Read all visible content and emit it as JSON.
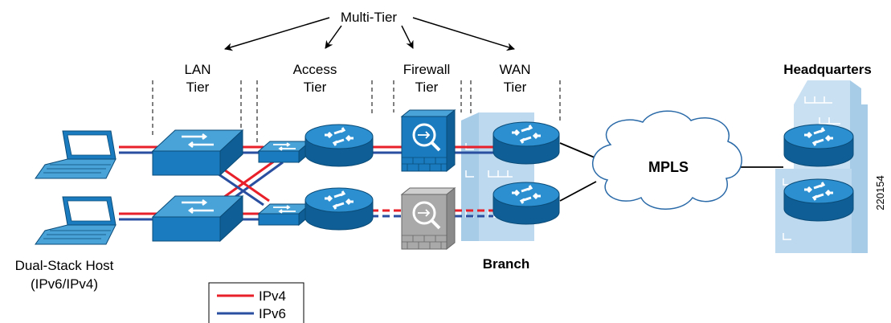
{
  "diagram": {
    "heading": "Multi-Tier",
    "tiers": [
      {
        "line1": "LAN",
        "line2": "Tier"
      },
      {
        "line1": "Access",
        "line2": "Tier"
      },
      {
        "line1": "Firewall",
        "line2": "Tier"
      },
      {
        "line1": "WAN",
        "line2": "Tier"
      }
    ],
    "host_label_line1": "Dual-Stack Host",
    "host_label_line2": "(IPv6/IPv4)",
    "branch_label": "Branch",
    "headquarters_label": "Headquarters",
    "cloud_label": "MPLS",
    "figure_id": "220154",
    "legend": [
      {
        "label": "IPv4",
        "color": "#e8202a"
      },
      {
        "label": "IPv6",
        "color": "#2a4fa0"
      }
    ]
  },
  "colors": {
    "device_blue": "#1a7cbf",
    "device_blue_light": "#4aa3d8",
    "building_blue": "#bcd9ef",
    "firewall_grey": "#a9a9a9",
    "link_black": "#000000"
  },
  "icons": [
    "laptop-icon",
    "switch-icon",
    "router-icon",
    "firewall-icon",
    "building-icon",
    "cloud-icon"
  ]
}
